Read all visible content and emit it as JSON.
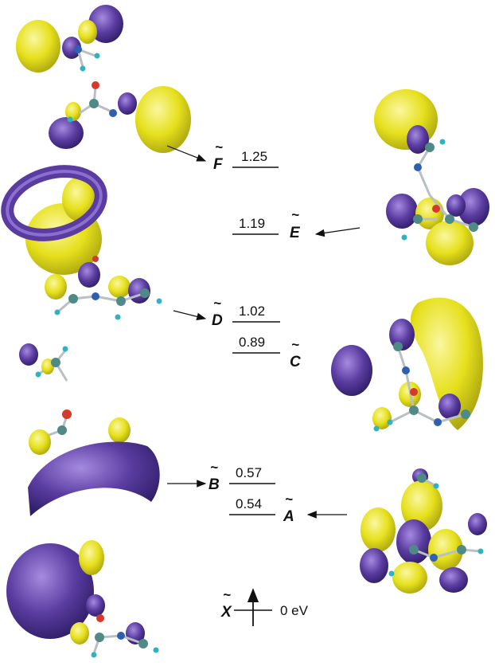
{
  "states": [
    {
      "id": "X",
      "label": "X",
      "energy": "0 eV"
    },
    {
      "id": "A",
      "label": "A",
      "energy": "0.54"
    },
    {
      "id": "B",
      "label": "B",
      "energy": "0.57"
    },
    {
      "id": "C",
      "label": "C",
      "energy": "0.89"
    },
    {
      "id": "D",
      "label": "D",
      "energy": "1.02"
    },
    {
      "id": "E",
      "label": "E",
      "energy": "1.19"
    },
    {
      "id": "F",
      "label": "F",
      "energy": "1.25"
    }
  ],
  "tilde": "~",
  "colors": {
    "lobe_yellow": "#e6e01c",
    "lobe_yellow_light": "#f4f06a",
    "lobe_purple": "#5a3ca0",
    "lobe_purple_light": "#8b6fd0",
    "atom_carbon": "#4f8a86",
    "atom_hydrogen": "#2fb3c3",
    "atom_nitrogen": "#2f5fb0",
    "atom_oxygen": "#d43a2a",
    "bond": "#b8c0c4"
  }
}
